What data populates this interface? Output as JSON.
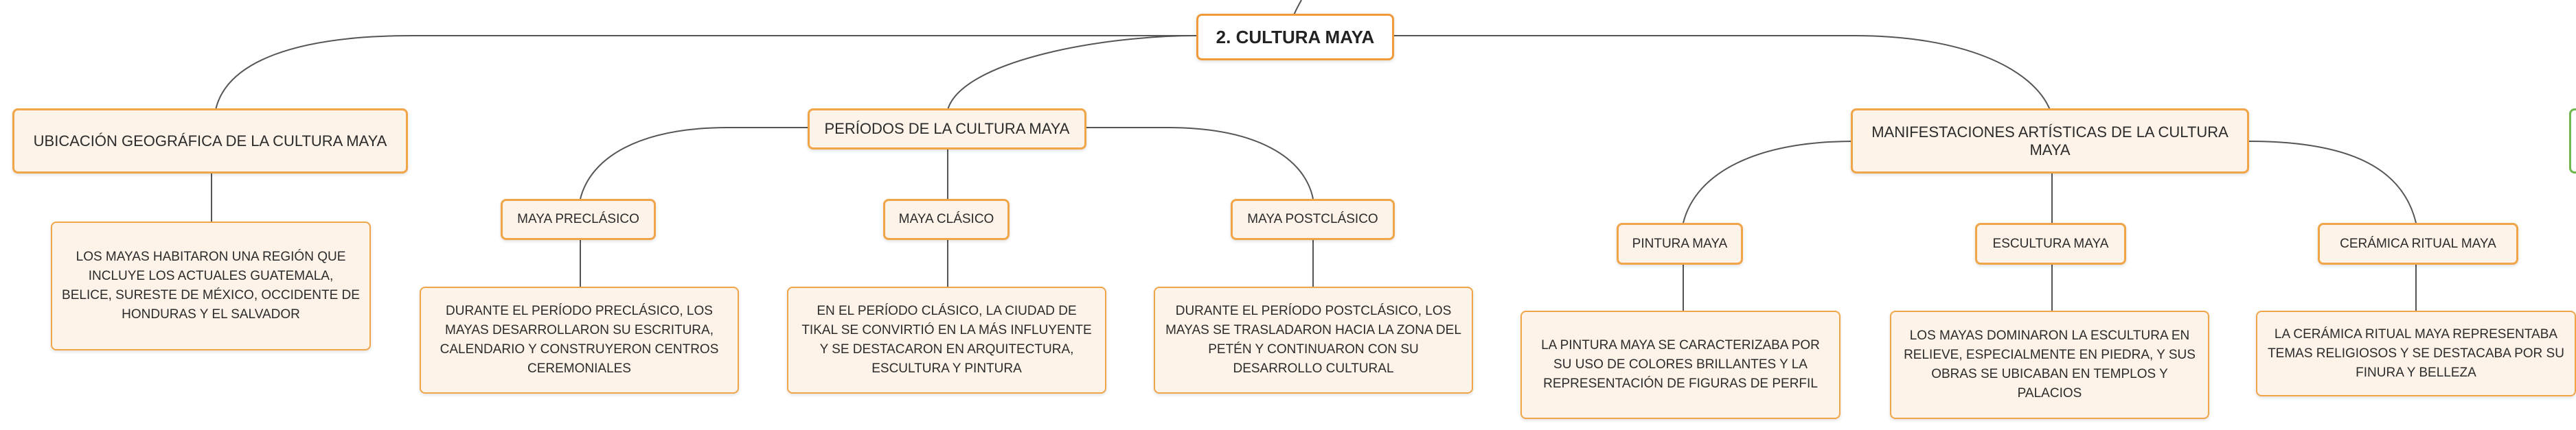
{
  "map": {
    "root": "2. CULTURA MAYA",
    "ubicacion": {
      "title": "UBICACIÓN GEOGRÁFICA DE LA CULTURA MAYA",
      "text": "LOS MAYAS HABITARON UNA REGIÓN QUE INCLUYE LOS ACTUALES GUATEMALA, BELICE, SURESTE DE MÉXICO, OCCIDENTE DE HONDURAS Y EL SALVADOR"
    },
    "periodos": {
      "title": "PERÍODOS DE LA CULTURA MAYA",
      "preclasico": {
        "title": "MAYA PRECLÁSICO",
        "text": "DURANTE EL PERÍODO PRECLÁSICO, LOS MAYAS DESARROLLARON SU ESCRITURA, CALENDARIO Y CONSTRUYERON CENTROS CEREMONIALES"
      },
      "clasico": {
        "title": "MAYA CLÁSICO",
        "text": "EN EL PERÍODO CLÁSICO, LA CIUDAD DE TIKAL SE CONVIRTIÓ EN LA MÁS INFLUYENTE Y SE DESTACARON EN ARQUITECTURA, ESCULTURA Y PINTURA"
      },
      "postclasico": {
        "title": "MAYA POSTCLÁSICO",
        "text": "DURANTE EL PERÍODO POSTCLÁSICO, LOS MAYAS SE TRASLADARON HACIA LA ZONA DEL PETÉN Y CONTINUARON CON SU DESARROLLO CULTURAL"
      }
    },
    "manifestaciones": {
      "title": "MANIFESTACIONES ARTÍSTICAS DE LA CULTURA MAYA",
      "pintura": {
        "title": "PINTURA MAYA",
        "text": "LA PINTURA MAYA SE CARACTERIZABA POR SU USO DE COLORES BRILLANTES Y LA REPRESENTACIÓN DE FIGURAS DE PERFIL"
      },
      "escultura": {
        "title": "ESCULTURA MAYA",
        "text": "LOS MAYAS DOMINARON LA ESCULTURA EN RELIEVE, ESPECIALMENTE EN PIEDRA, Y SUS OBRAS SE UBICABAN EN TEMPLOS Y PALACIOS"
      },
      "ceramica": {
        "title": "CERÁMICA RITUAL MAYA",
        "text": "LA CERÁMICA RITUAL MAYA REPRESENTABA TEMAS RELIGIOSOS Y SE DESTACABA POR SU FINURA Y BELLEZA"
      }
    }
  },
  "colors": {
    "node_border": "#f0a548",
    "node_fill": "#fdf3e8",
    "connector": "#4a4a4a",
    "offscreen_node_border": "#6fb84f"
  }
}
